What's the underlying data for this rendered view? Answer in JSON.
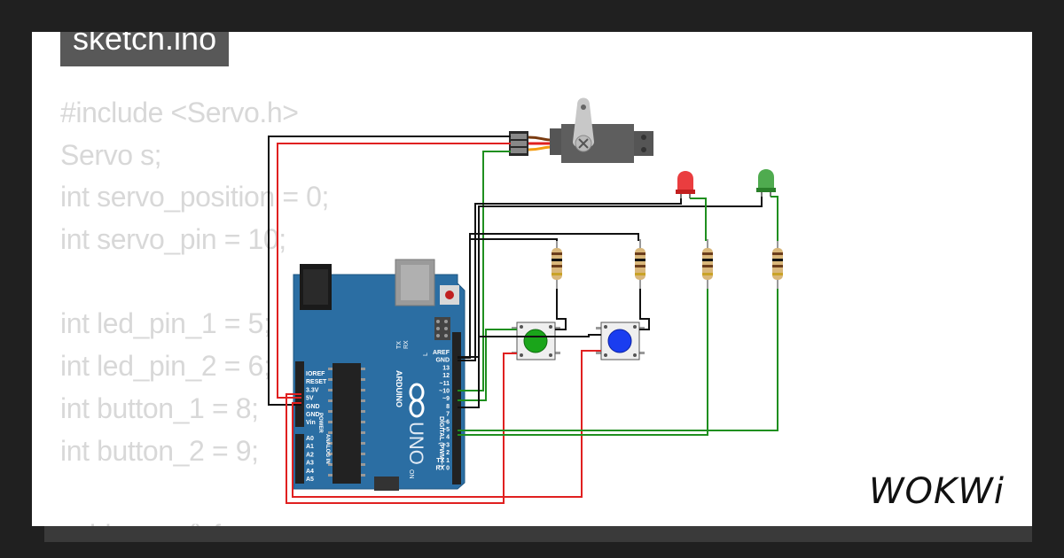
{
  "tab": {
    "filename": "sketch.ino"
  },
  "code_lines": [
    "#include <Servo.h>",
    "Servo s;",
    "int servo_position = 0;",
    "int servo_pin = 10;",
    "",
    "int led_pin_1 = 5;",
    "int led_pin_2 = 6;",
    "int button_1 = 8;",
    "int button_2 = 9;",
    "",
    "void setup() {"
  ],
  "arduino": {
    "brand": "ARDUINO",
    "model": "UNO",
    "on_label": "ON",
    "tx_label": "TX",
    "rx_label": "RX",
    "l_label": "L",
    "digital_label": "DIGITAL (PWM ~)",
    "power_label": "POWER",
    "analog_label": "ANALOG IN",
    "power_pins": [
      "IOREF",
      "RESET",
      "3.3V",
      "5V",
      "GND",
      "GND",
      "Vin"
    ],
    "analog_pins": [
      "A0",
      "A1",
      "A2",
      "A3",
      "A4",
      "A5"
    ],
    "digital_pins": [
      "AREF",
      "GND",
      "13",
      "12",
      "~11",
      "~10",
      "~9",
      "8",
      "7",
      "~6",
      "~5",
      "4",
      "~3",
      "2",
      "TX 1",
      "RX 0"
    ]
  },
  "logo": {
    "text": "WOKWi"
  },
  "colors": {
    "board": "#2b6ea3",
    "wire_black": "#111111",
    "wire_red": "#e02020",
    "wire_green": "#1f8f1f",
    "led_red": "#e8282a",
    "led_green": "#3ca23c",
    "button_green": "#1aa51a",
    "button_blue": "#1a3df0"
  }
}
